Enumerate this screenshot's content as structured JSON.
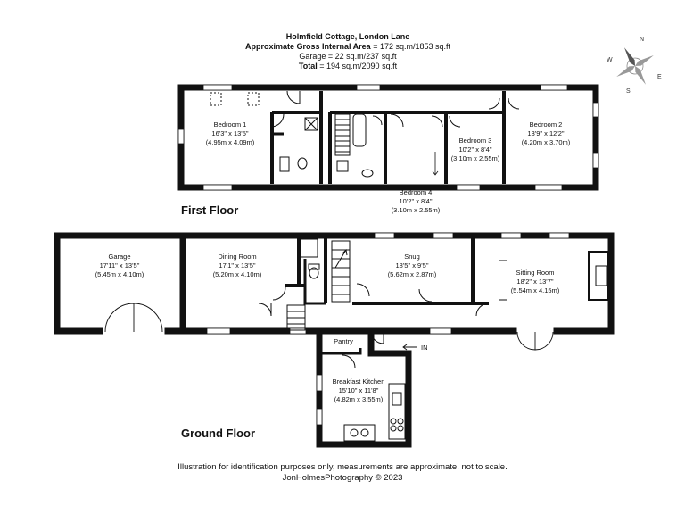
{
  "header": {
    "title": "Holmfield Cottage, London Lane",
    "area_label": "Approximate Gross Internal Area",
    "area_value": "= 172 sq.m/1853 sq.ft",
    "garage": "Garage = 22 sq.m/237 sq.ft",
    "total_label": "Total",
    "total_value": "= 194 sq.m/2090 sq.ft"
  },
  "compass": {
    "n": "N",
    "e": "E",
    "s": "S",
    "w": "W"
  },
  "floors": {
    "first": "First Floor",
    "ground": "Ground Floor"
  },
  "rooms": {
    "bedroom1": {
      "name": "Bedroom 1",
      "imperial": "16'3\" x 13'5\"",
      "metric": "(4.95m x 4.09m)"
    },
    "bedroom2": {
      "name": "Bedroom 2",
      "imperial": "13'9\" x 12'2\"",
      "metric": "(4.20m x 3.70m)"
    },
    "bedroom3": {
      "name": "Bedroom 3",
      "imperial": "10'2\" x 8'4\"",
      "metric": "(3.10m x 2.55m)"
    },
    "bedroom4": {
      "name": "Bedroom 4",
      "imperial": "10'2\" x 8'4\"",
      "metric": "(3.10m x 2.55m)"
    },
    "garage": {
      "name": "Garage",
      "imperial": "17'11\" x 13'5\"",
      "metric": "(5.45m x 4.10m)"
    },
    "dining": {
      "name": "Dining Room",
      "imperial": "17'1\" x 13'5\"",
      "metric": "(5.20m x 4.10m)"
    },
    "snug": {
      "name": "Snug",
      "imperial": "18'5\" x 9'5\"",
      "metric": "(5.62m x 2.87m)"
    },
    "sitting": {
      "name": "Sitting Room",
      "imperial": "18'2\" x 13'7\"",
      "metric": "(5.54m x 4.15m)"
    },
    "pantry": {
      "name": "Pantry"
    },
    "kitchen": {
      "name": "Breakfast Kitchen",
      "imperial": "15'10\" x 11'8\"",
      "metric": "(4.82m x 3.55m)"
    }
  },
  "entrance": "IN",
  "footer": {
    "disclaimer": "Illustration for identification purposes only, measurements are approximate, not to scale.",
    "credit": "JonHolmesPhotography © 2023"
  }
}
